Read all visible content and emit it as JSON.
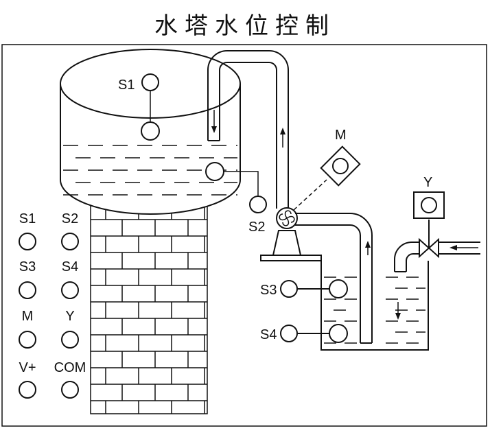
{
  "title": "水塔水位控制",
  "labels": {
    "s1_tower": "S1",
    "s2_tower": "S2",
    "m_motor": "M",
    "y_valve": "Y",
    "s3_tank": "S3",
    "s4_tank": "S4"
  },
  "terminals": [
    {
      "label": "S1"
    },
    {
      "label": "S2"
    },
    {
      "label": "S3"
    },
    {
      "label": "S4"
    },
    {
      "label": "M"
    },
    {
      "label": "Y"
    },
    {
      "label": "V+"
    },
    {
      "label": "COM"
    }
  ],
  "colors": {
    "line": "#111111",
    "background": "#ffffff"
  }
}
